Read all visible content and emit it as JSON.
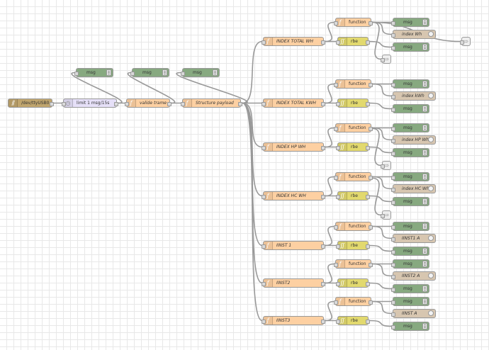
{
  "workspace": {
    "background": "#ffffff",
    "grid_color": "#e8e8e8",
    "wire_color": "#999999"
  },
  "colors": {
    "function": "#fdd0a2",
    "rbe": "#e2d96e",
    "debug": "#87a980",
    "template": "#d7c6b0",
    "serial": "#c0a56d",
    "delay": "#e6e0f8",
    "output": "#eeeeee"
  },
  "nodes": {
    "serial_in": {
      "label": "/dev/ttyUSB0",
      "icon": "serial-port-icon"
    },
    "limit": {
      "label": "limit 1 msg/15s",
      "icon": "timer-icon"
    },
    "valide_trame": {
      "label": "valide trame",
      "icon": "function-icon"
    },
    "structure_payload": {
      "label": "Structure payload",
      "icon": "function-icon"
    },
    "debug_top_1": {
      "label": "msg"
    },
    "debug_top_2": {
      "label": "msg"
    },
    "debug_top_3": {
      "label": "msg"
    }
  },
  "groups": [
    {
      "name": "INDEX TOTAL WH",
      "func": "function",
      "rbe": "rbe",
      "debug_a": "msg",
      "template": "index Wh",
      "debug_b": "msg"
    },
    {
      "name": "INDEX TOTAL KWH",
      "func": "function",
      "rbe": "rbe",
      "debug_a": "msg",
      "template": "index kWh",
      "debug_b": "msg"
    },
    {
      "name": "INDEX HP WH",
      "func": "function",
      "rbe": "rbe",
      "debug_a": "msg",
      "template": "index HP Wh",
      "debug_b": "msg"
    },
    {
      "name": "INDEX HC WH",
      "func": "function",
      "rbe": "rbe",
      "debug_a": "msg",
      "template": "index HC Wh",
      "debug_b": "msg"
    },
    {
      "name": "IINST 1",
      "func": "function",
      "rbe": "rbe",
      "debug_a": "msg",
      "template": "IINST1 A",
      "debug_b": "msg"
    },
    {
      "name": "IINST2",
      "func": "function",
      "rbe": "rbe",
      "debug_a": "msg",
      "template": "IINST2 A",
      "debug_b": "msg"
    },
    {
      "name": "IINST3",
      "func": "function",
      "rbe": "rbe",
      "debug_a": "msg",
      "template": "IINST A",
      "debug_b": "msg"
    }
  ]
}
